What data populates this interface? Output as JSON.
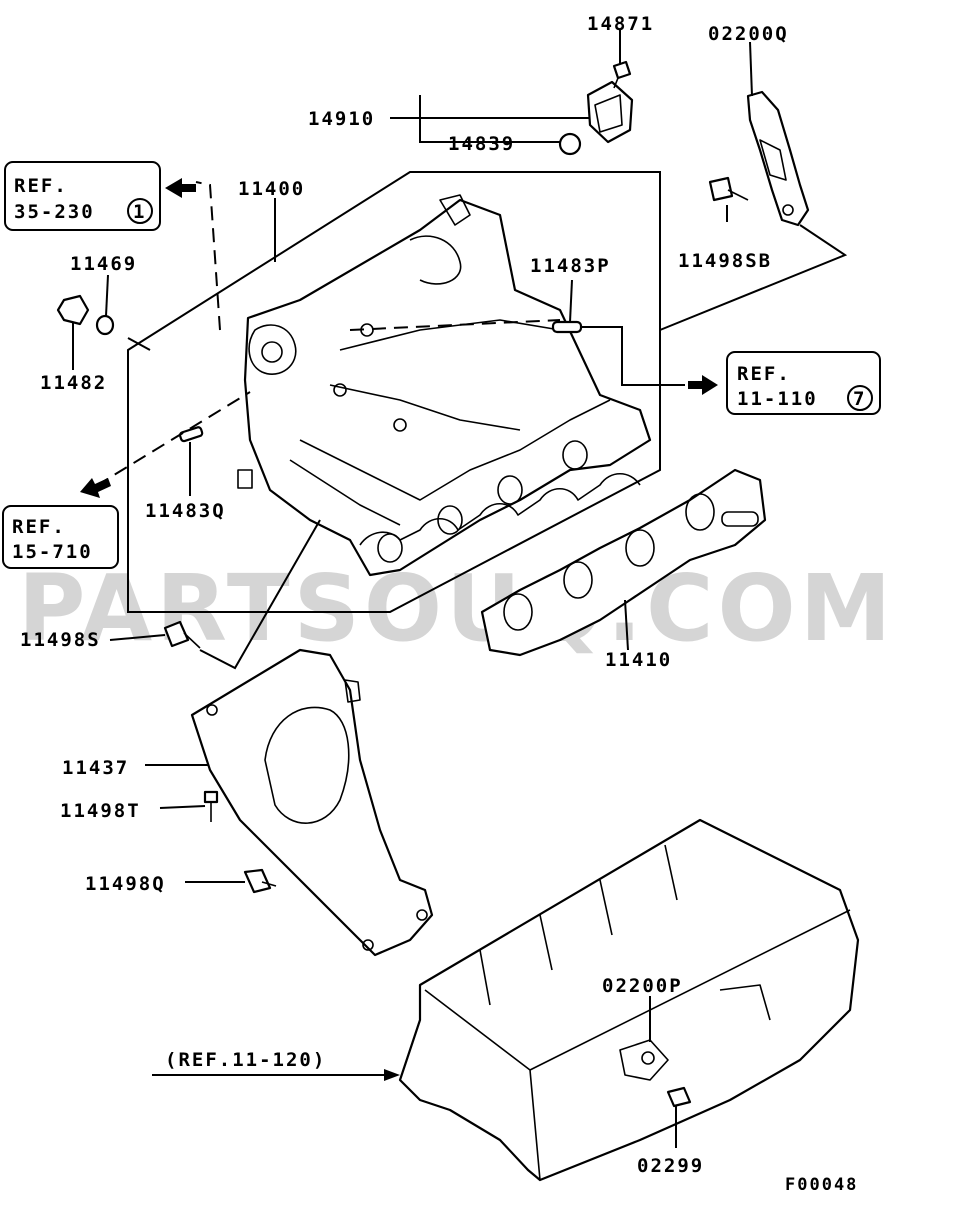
{
  "watermark": "PARTSOUQ.COM",
  "figure_code": "F00048",
  "refs": {
    "ref_35_230": {
      "line1": "REF.",
      "line2": "35-230",
      "circle": "1"
    },
    "ref_15_710": {
      "line1": "REF.",
      "line2": "15-710"
    },
    "ref_11_110": {
      "line1": "REF.",
      "line2": "11-110",
      "circle": "7"
    },
    "ref_11_120": "(REF.11-120)"
  },
  "part_labels": {
    "p14871": "14871",
    "p14910": "14910",
    "p14839": "14839",
    "p02200Q": "02200Q",
    "p11400": "11400",
    "p11469": "11469",
    "p11483P": "11483P",
    "p11498SB": "11498SB",
    "p11482": "11482",
    "p11483Q": "11483Q",
    "p11498S": "11498S",
    "p11410": "11410",
    "p11437": "11437",
    "p11498T": "11498T",
    "p11498Q": "11498Q",
    "p02200P": "02200P",
    "p02299": "02299"
  }
}
